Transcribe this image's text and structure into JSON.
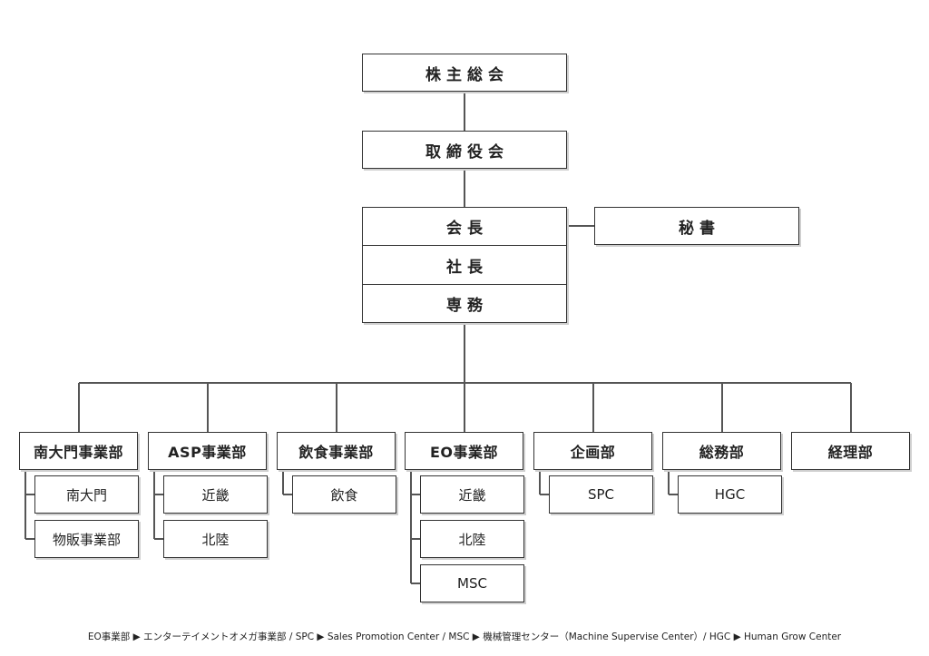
{
  "governance": {
    "shareholders": "株主総会",
    "board": "取締役会",
    "chairman": "会長",
    "president": "社長",
    "senior_md": "専務",
    "secretary": "秘書"
  },
  "departments": [
    {
      "name": "南大門事業部",
      "subs": [
        "南大門",
        "物販事業部"
      ]
    },
    {
      "name": "ASP事業部",
      "subs": [
        "近畿",
        "北陸"
      ]
    },
    {
      "name": "飲食事業部",
      "subs": [
        "飲食"
      ]
    },
    {
      "name": "EO事業部",
      "subs": [
        "近畿",
        "北陸",
        "MSC"
      ]
    },
    {
      "name": "企画部",
      "subs": [
        "SPC"
      ]
    },
    {
      "name": "総務部",
      "subs": [
        "HGC"
      ]
    },
    {
      "name": "経理部",
      "subs": []
    }
  ],
  "legend": "EO事業部 ▶ エンターテイメントオメガ事業部 / SPC ▶ Sales Promotion Center / MSC ▶ 機械管理センター（Machine Supervise Center）/ HGC ▶ Human Grow Center"
}
